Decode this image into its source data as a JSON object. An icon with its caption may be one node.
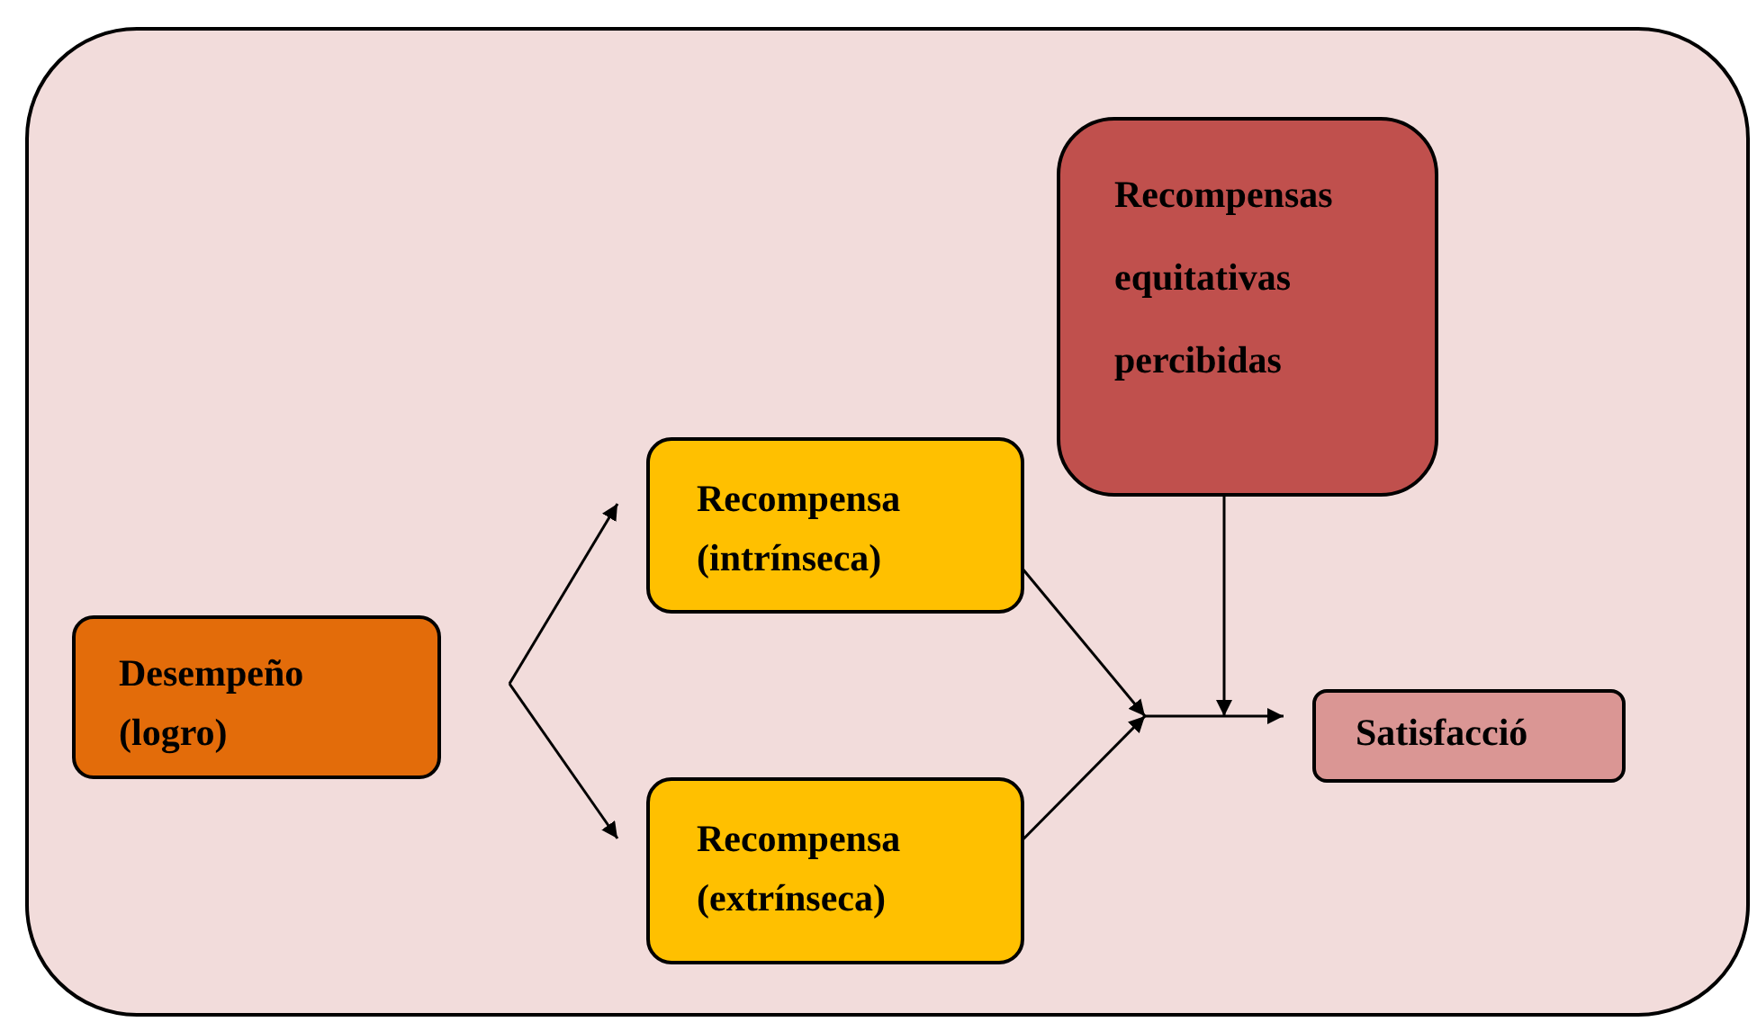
{
  "diagram": {
    "nodes": [
      {
        "text": [],
        "shape": "box"
      },
      {
        "text": [
          "Desempeño (logro)"
        ],
        "in": 0
      },
      {
        "text": [
          "Recompensa (intrínseca)"
        ],
        "in": 0
      },
      {
        "text": [
          "Recompensa (extrínseca)"
        ],
        "in": 0
      },
      {
        "text": [
          "Recompensas equitativas percibidas"
        ],
        "in": 0
      },
      {
        "text": [
          "Satisfacció"
        ],
        "in": 0
      }
    ],
    "edges": [
      {
        "from": 1,
        "to": 2,
        "arrow": "to"
      },
      {
        "from": 1,
        "to": 3,
        "arrow": "to"
      },
      {
        "from": 2,
        "to": 5,
        "arrow": "to"
      },
      {
        "from": 3,
        "to": 5,
        "arrow": "to"
      },
      {
        "from": 4,
        "to": 5,
        "arrow": "to"
      }
    ]
  }
}
